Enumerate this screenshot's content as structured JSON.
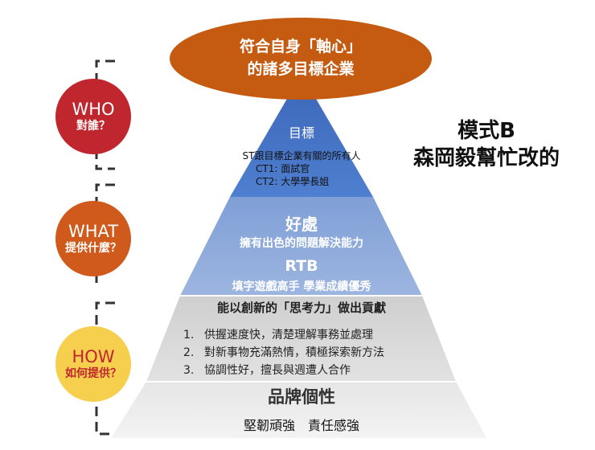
{
  "top_ellipse": {
    "line1": "符合自身「軸心」",
    "line2": "的諸多目標企業"
  },
  "side_title": {
    "line1": "模式B",
    "line2": "森岡毅幫忙改的"
  },
  "circles": [
    {
      "title": "WHO",
      "subtitle": "對誰？",
      "fill": "#c0262d",
      "text_color": "#ffffff"
    },
    {
      "title": "WHAT",
      "subtitle": "提供什麼？",
      "fill": "#d05a1c",
      "text_color": "#ffffff"
    },
    {
      "title": "HOW",
      "subtitle": "如何提供？",
      "fill": "#f7cf4f",
      "text_color": "#c0262d"
    }
  ],
  "tier_target": {
    "title": "目標",
    "st": "ST跟目標企業有關的所有人",
    "ct1": "CT1: 面試官",
    "ct2": "CT2: 大學學長姐"
  },
  "tier_benefit": {
    "title": "好處",
    "benefit": "擁有出色的問題解決能力",
    "rtb_title": "RTB",
    "rtb": "填字遊戲高手 學業成績優秀"
  },
  "tier_ability": {
    "title": "能以創新的「思考力」做出貢獻",
    "items": [
      {
        "num": "1.",
        "text": "供握速度快，清楚理解事務並處理"
      },
      {
        "num": "2.",
        "text": "對新事物充滿熱情，積極探索新方法"
      },
      {
        "num": "3.",
        "text": "協調性好，擅長與週遭人合作"
      }
    ]
  },
  "tier_brand": {
    "title": "品牌個性",
    "traits": "堅韌頑強　責任感強"
  },
  "colors": {
    "ellipse": "#c55a11",
    "tier_top": "#4472c4",
    "tier_mid": "#8eaadb",
    "tier_low": "#d9d9d9",
    "tier_base": "#ededed",
    "bracket": "#333333"
  }
}
